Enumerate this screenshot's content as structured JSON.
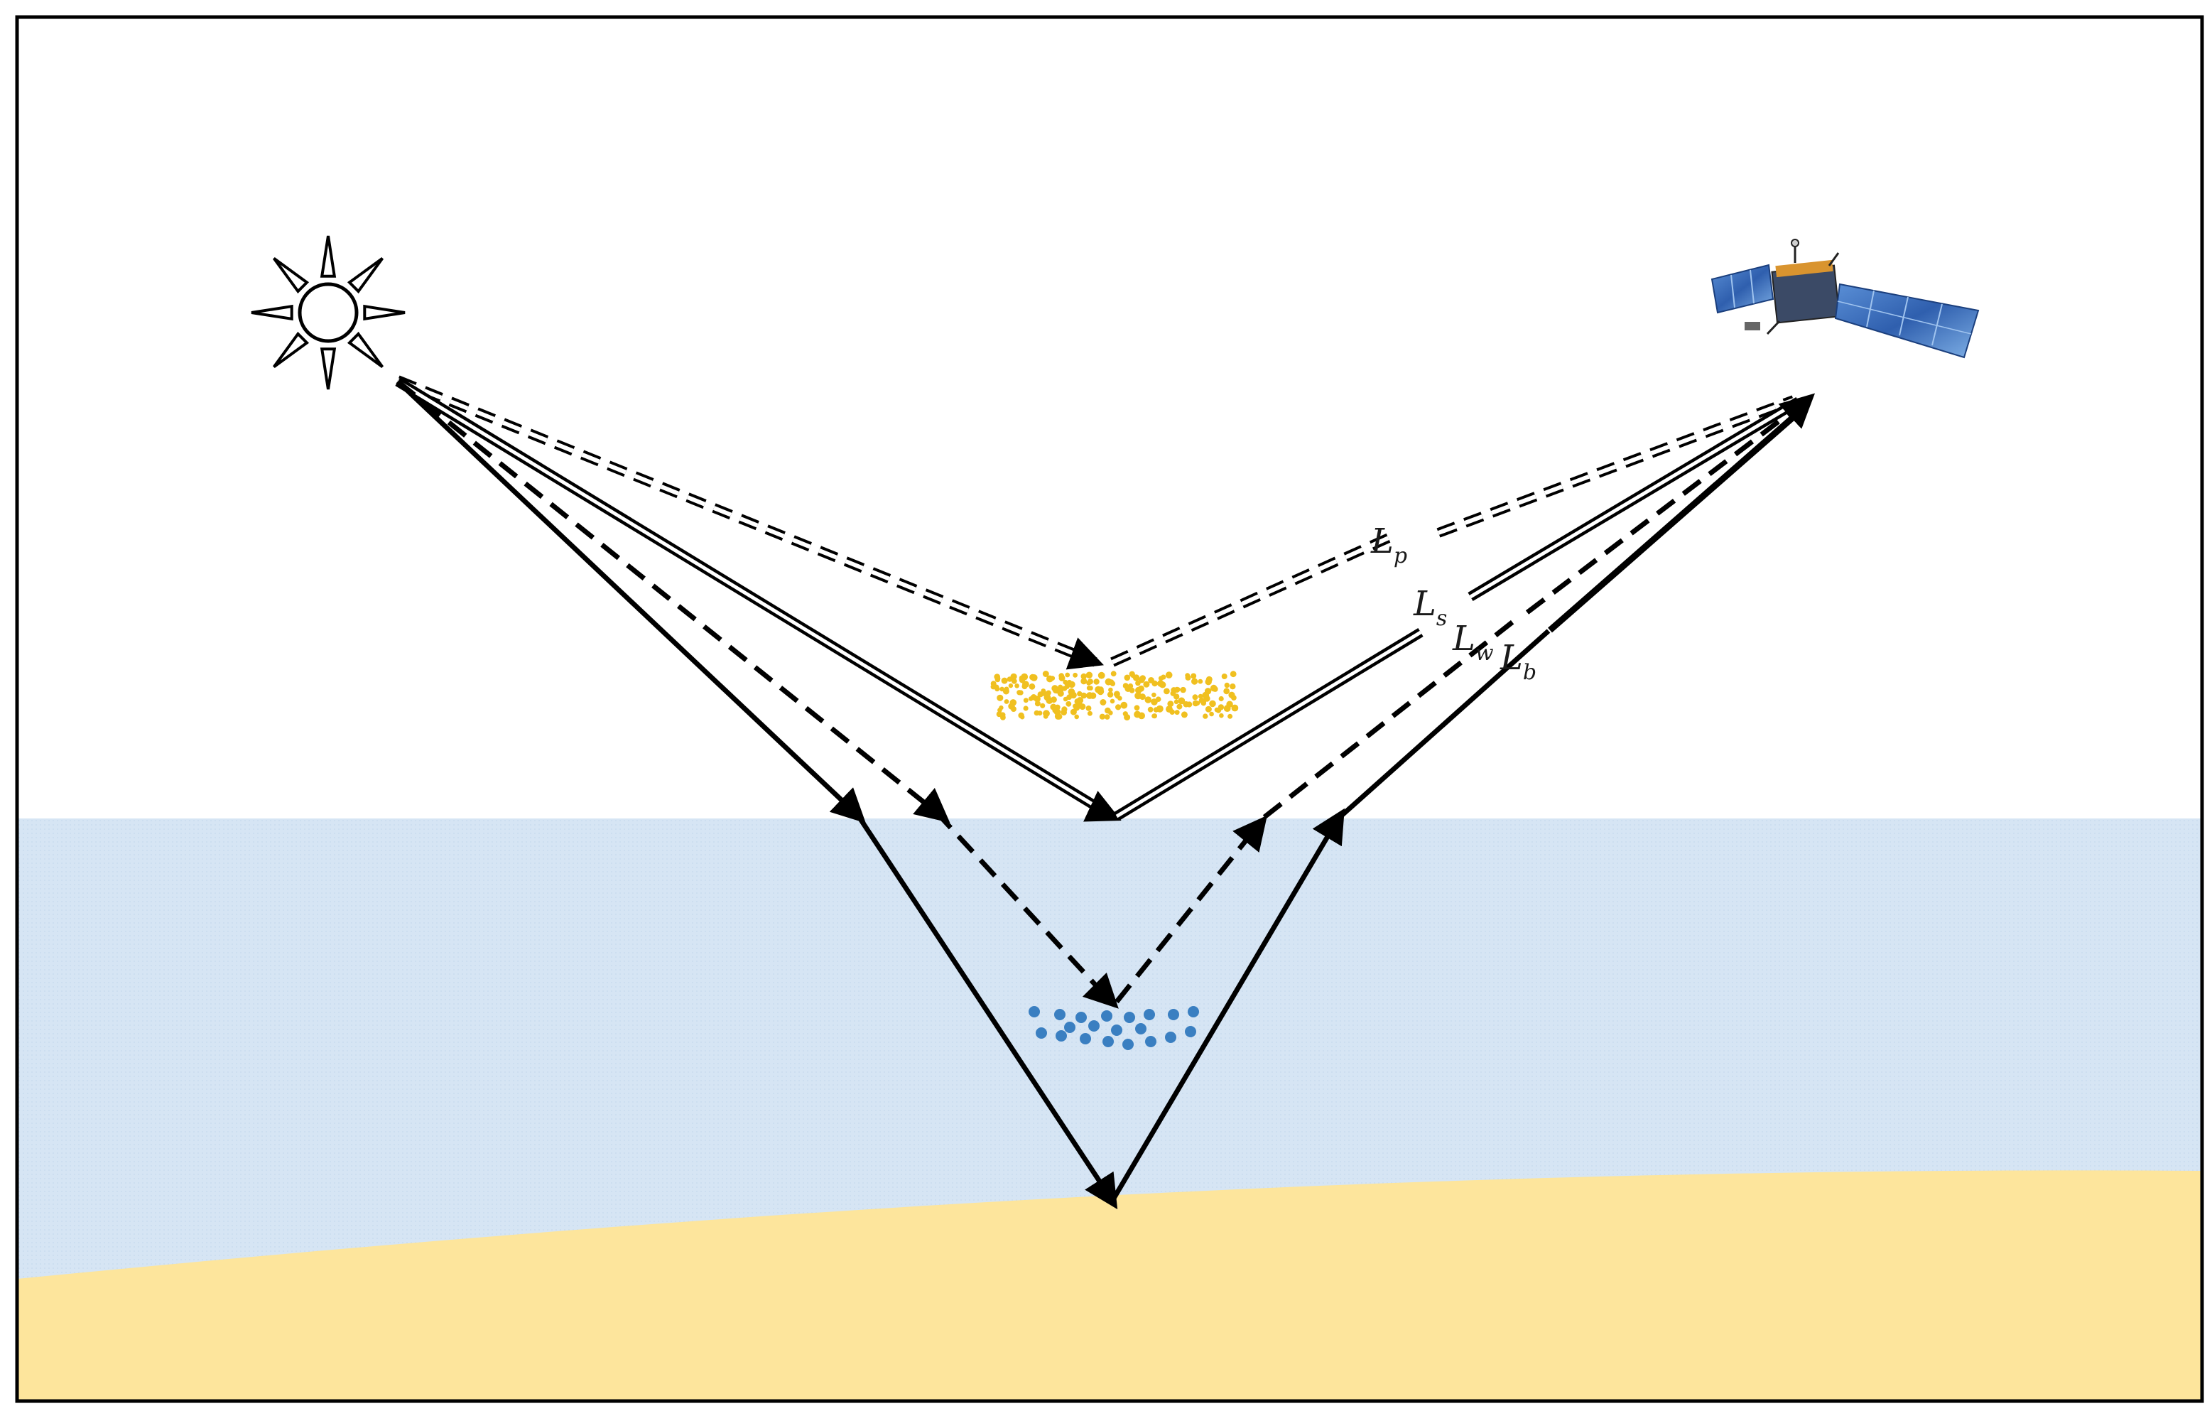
{
  "labels": {
    "path_radiance": {
      "main": "L",
      "sub": "p"
    },
    "surface_radiance": {
      "main": "L",
      "sub": "s"
    },
    "water_radiance": {
      "main": "L",
      "sub": "w"
    },
    "bottom_radiance": {
      "main": "L",
      "sub": "b"
    }
  },
  "icons": {
    "source": "sun-icon",
    "sensor": "satellite-icon"
  },
  "colors": {
    "frame": "#000000",
    "water": "#d6e5f4",
    "sediment": "#fde59c",
    "aerosol_particles": "#f0c020",
    "water_particles": "#3a7fc1",
    "ray": "#000000"
  }
}
